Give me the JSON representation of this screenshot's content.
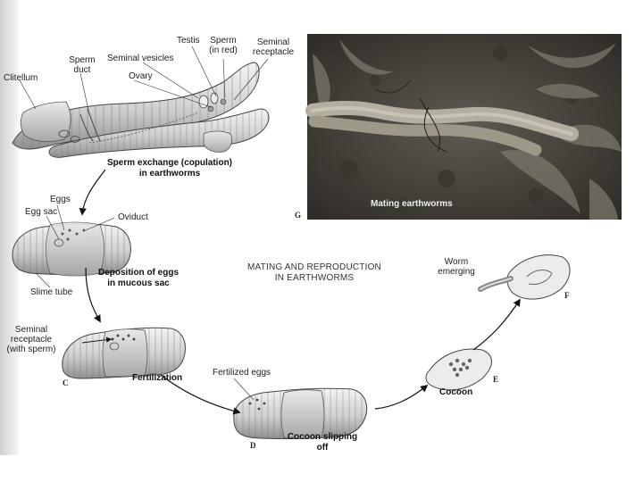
{
  "title_lines": [
    "MATING AND REPRODUCTION",
    "IN EARTHWORMS"
  ],
  "labels": {
    "clitellum": "Clitellum",
    "sperm_duct": [
      "Sperm",
      "duct"
    ],
    "seminal_vesicles": "Seminal vesicles",
    "ovary": "Ovary",
    "testis": "Testis",
    "sperm_in_red": [
      "Sperm",
      "(in red)"
    ],
    "seminal_receptacle_top": [
      "Seminal",
      "receptacle"
    ],
    "eggs": "Eggs",
    "egg_sac": "Egg sac",
    "oviduct": "Oviduct",
    "slime_tube": "Slime tube",
    "seminal_receptacle_with_sperm": [
      "Seminal",
      "receptacle",
      "(with sperm)"
    ],
    "fertilized_eggs": "Fertilized eggs",
    "worm_emerging": [
      "Worm",
      "emerging"
    ]
  },
  "captions": {
    "sperm_exchange": [
      "Sperm exchange (copulation)",
      "in earthworms"
    ],
    "deposition": [
      "Deposition of eggs",
      "in mucous sac"
    ],
    "fertilization": "Fertilization",
    "cocoon_slipping": [
      "Cocoon slipping",
      "off"
    ],
    "cocoon": "Cocoon",
    "photo": "Mating earthworms"
  },
  "stage_letters": {
    "c": "C",
    "d": "D",
    "e": "E",
    "f": "F",
    "g": "G"
  }
}
